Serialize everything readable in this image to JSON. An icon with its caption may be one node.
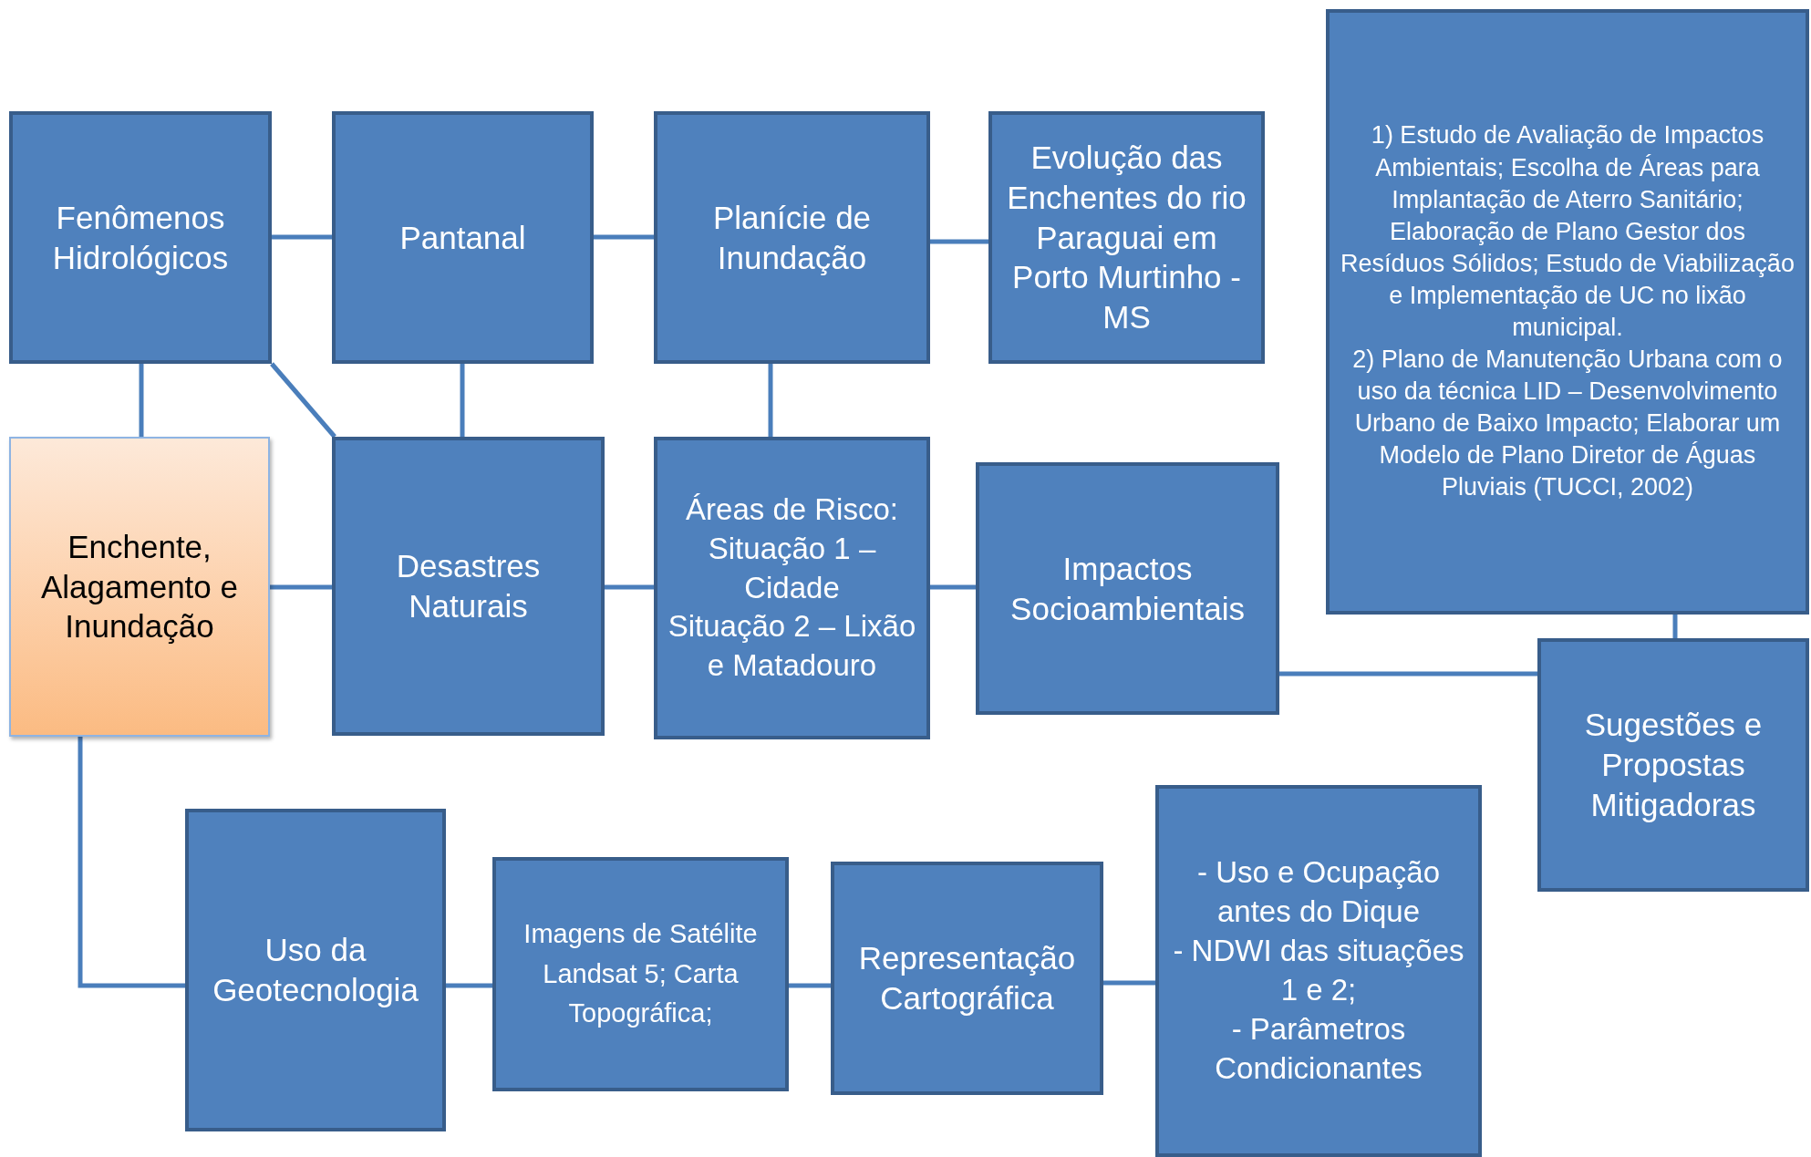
{
  "diagram": {
    "nodes": [
      {
        "text": [
          "Fenômenos Hidrológicos"
        ]
      },
      {
        "text": [
          "Pantanal"
        ]
      },
      {
        "text": [
          "Planície de Inundação"
        ]
      },
      {
        "text": [
          "Evolução das Enchentes do rio Paraguai em Porto Murtinho - MS"
        ]
      },
      {
        "text": [
          "1) Estudo de Avaliação de Impactos Ambientais; Escolha de Áreas para Implantação de Aterro Sanitário; Elaboração de Plano Gestor dos Resíduos Sólidos; Estudo de Viabilização e Implementação de UC no lixão municipal.",
          "2) Plano de Manutenção Urbana com o uso da técnica LID – Desenvolvimento Urbano de Baixo Impacto; Elaborar um Modelo de Plano Diretor de Águas Pluviais (TUCCI, 2002)"
        ]
      },
      {
        "text": [
          "Enchente, Alagamento e Inundação"
        ]
      },
      {
        "text": [
          "Desastres Naturais"
        ]
      },
      {
        "text": [
          "Áreas de Risco:",
          "Situação 1 – Cidade",
          "Situação 2 – Lixão e Matadouro"
        ]
      },
      {
        "text": [
          "Impactos Socioambientais"
        ]
      },
      {
        "text": [
          "Sugestões e Propostas Mitigadoras"
        ]
      },
      {
        "text": [
          "Uso da Geotecnologia"
        ]
      },
      {
        "text": [
          "Imagens de Satélite Landsat 5; Carta Topográfica;"
        ]
      },
      {
        "text": [
          "Representação Cartográfica"
        ]
      },
      {
        "text": [
          "- Uso e Ocupação antes do Dique",
          "- NDWI das situações 1 e 2;",
          "- Parâmetros Condicionantes"
        ]
      }
    ],
    "edges": [
      {
        "from": 0,
        "to": 1,
        "arrow": "none"
      },
      {
        "from": 1,
        "to": 2,
        "arrow": "none"
      },
      {
        "from": 2,
        "to": 3,
        "arrow": "none"
      },
      {
        "from": 0,
        "to": 5,
        "arrow": "none"
      },
      {
        "from": 0,
        "to": 6,
        "arrow": "none"
      },
      {
        "from": 1,
        "to": 6,
        "arrow": "none"
      },
      {
        "from": 2,
        "to": 7,
        "arrow": "none"
      },
      {
        "from": 5,
        "to": 6,
        "arrow": "none"
      },
      {
        "from": 6,
        "to": 7,
        "arrow": "none"
      },
      {
        "from": 7,
        "to": 8,
        "arrow": "none"
      },
      {
        "from": 8,
        "to": 9,
        "arrow": "none"
      },
      {
        "from": 4,
        "to": 9,
        "arrow": "none"
      },
      {
        "from": 5,
        "to": 10,
        "arrow": "none"
      },
      {
        "from": 10,
        "to": 11,
        "arrow": "none"
      },
      {
        "from": 11,
        "to": 12,
        "arrow": "none"
      },
      {
        "from": 12,
        "to": 13,
        "arrow": "none"
      }
    ]
  }
}
